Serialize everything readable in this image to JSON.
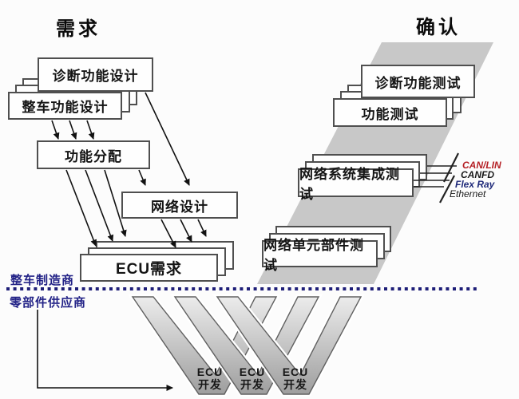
{
  "titles": {
    "left": "需求",
    "right": "确认"
  },
  "left_flow": {
    "diag_design": "诊断功能设计",
    "vehicle_design": "整车功能设计",
    "func_alloc": "功能分配",
    "network_design": "网络设计",
    "ecu_req": "ECU需求"
  },
  "right_flow": {
    "diag_test": "诊断功能测试",
    "func_test": "功能测试",
    "network_integration_test": "网络系统集成测试",
    "network_unit_test": "网络单元部件测试"
  },
  "bus_labels": [
    {
      "label": "CAN/LIN",
      "color": "#b52025"
    },
    {
      "label": "CANFD",
      "color": "#1a1a1a"
    },
    {
      "label": "Flex Ray",
      "color": "#1f2a7a"
    },
    {
      "label": "Ethernet",
      "color": "#1a1a1a"
    }
  ],
  "roles": {
    "oem": "整车制造商",
    "supplier": "零部件供应商"
  },
  "ecu_dev": {
    "line1": "ECU",
    "line2": "开发"
  },
  "colors": {
    "box_border": "#4f4f4f",
    "arrow": "#111111",
    "gray_band": "#c8c8c8",
    "divider_dotted": "#1e1e78",
    "role_text": "#232387",
    "v_shape_fill_top": "#ececec",
    "v_shape_fill_bottom": "#9e9e9e"
  }
}
